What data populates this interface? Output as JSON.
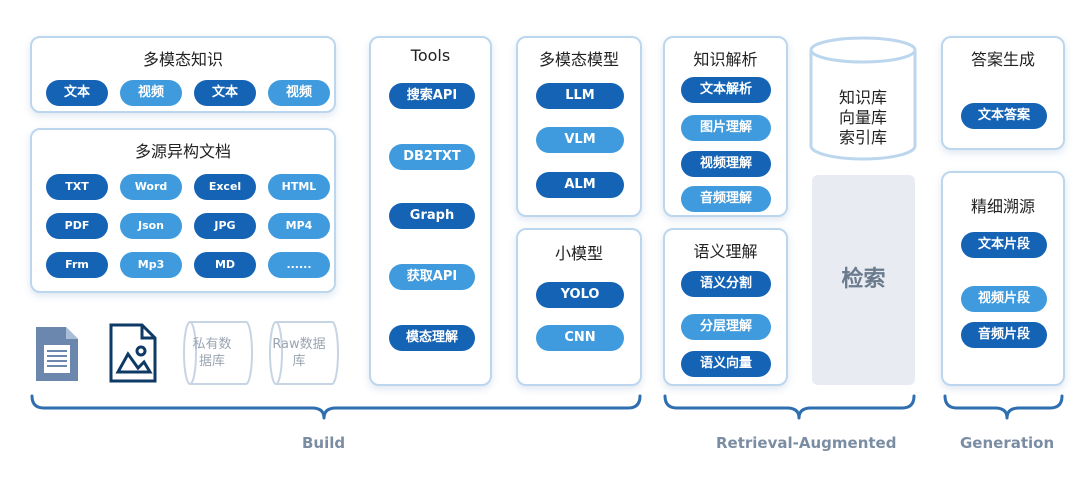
{
  "build": {
    "multimodal_knowledge": {
      "title": "多模态知识",
      "items": [
        "文本",
        "视频",
        "文本",
        "视频"
      ]
    },
    "heterogeneous_docs": {
      "title": "多源异构文档",
      "items": [
        "TXT",
        "Word",
        "Excel",
        "HTML",
        "PDF",
        "Json",
        "JPG",
        "MP4",
        "Frm",
        "Mp3",
        "MD",
        "......"
      ]
    },
    "private_db_label": "私有数据库",
    "raw_db_label": "Raw数据库",
    "tools": {
      "title": "Tools",
      "items": [
        "搜索API",
        "DB2TXT",
        "Graph",
        "获取API",
        "模态理解"
      ]
    },
    "multimodal_models": {
      "title": "多模态模型",
      "items": [
        "LLM",
        "VLM",
        "ALM"
      ]
    },
    "small_models": {
      "title": "小模型",
      "items": [
        "YOLO",
        "CNN"
      ]
    }
  },
  "retrieval": {
    "knowledge_parsing": {
      "title": "知识解析",
      "items": [
        "文本解析",
        "图片理解",
        "视频理解",
        "音频理解"
      ]
    },
    "semantic_understanding": {
      "title": "语义理解",
      "items": [
        "语义分割",
        "分层理解",
        "语义向量"
      ]
    },
    "db_lines": [
      "知识库",
      "向量库",
      "索引库"
    ],
    "search": "检索"
  },
  "generation": {
    "answer_generation": {
      "title": "答案生成",
      "items": [
        "文本答案"
      ]
    },
    "fine_tracing": {
      "title": "精细溯源",
      "items": [
        "文本片段",
        "视频片段",
        "音频片段"
      ]
    }
  },
  "phases": [
    "Build",
    "Retrieval-Augmented",
    "Generation"
  ],
  "colors": {
    "dark_pill": "#1563b4",
    "light_pill": "#3f9bdd",
    "card_border": "#bcd6ee",
    "brace": "#2f6fb0"
  }
}
